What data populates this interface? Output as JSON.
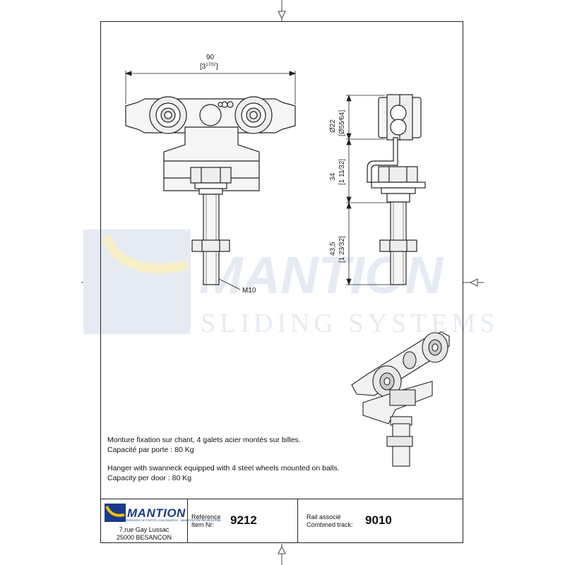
{
  "drawing": {
    "dim_width": "90",
    "dim_width_inch_whole": "[3",
    "dim_width_inch_frac": "17⁄32",
    "dim_width_inch_close": "]",
    "dim_diameter": "Ø22",
    "dim_diameter_inch": "[Ø55⁄64]",
    "dim_height_34": "34",
    "dim_height_34_inch": "[1 11⁄32]",
    "dim_height_43": "43,5",
    "dim_height_43_inch": "[1 23⁄32]",
    "thread_label": "M10"
  },
  "watermark": {
    "brand": "MANTION",
    "tagline": "SLIDING SYSTEMS"
  },
  "description": {
    "fr_line1": "Monture fixation sur chant, 4 galets acier montés sur billes.",
    "fr_line2": "Capacité par porte : 80 Kg",
    "en_line1": "Hanger with swanneck equipped with 4 steel wheels mounted on balls.",
    "en_line2": "Capacity per door : 80 Kg"
  },
  "titleblock": {
    "logo_text": "MANTION",
    "logo_subtext": "FERRURES DE PORTES COULISSANTES · MANUTENTION PAR MONORAIL",
    "address_line1": "7,rue Gay Lussac",
    "address_line2": "25000 BESANCON",
    "ref_label_fr": "Référence",
    "ref_label_en": "Item Nr:",
    "ref_value": "9212",
    "rail_label_fr": "Rail associé",
    "rail_label_en": "Combined track:",
    "rail_value": "9010"
  },
  "colors": {
    "line": "#222222",
    "dimension": "#1a3a8c",
    "watermark": "#e6ebf3",
    "brand_blue": "#1a3a8c",
    "brand_yellow": "#f2c200"
  }
}
